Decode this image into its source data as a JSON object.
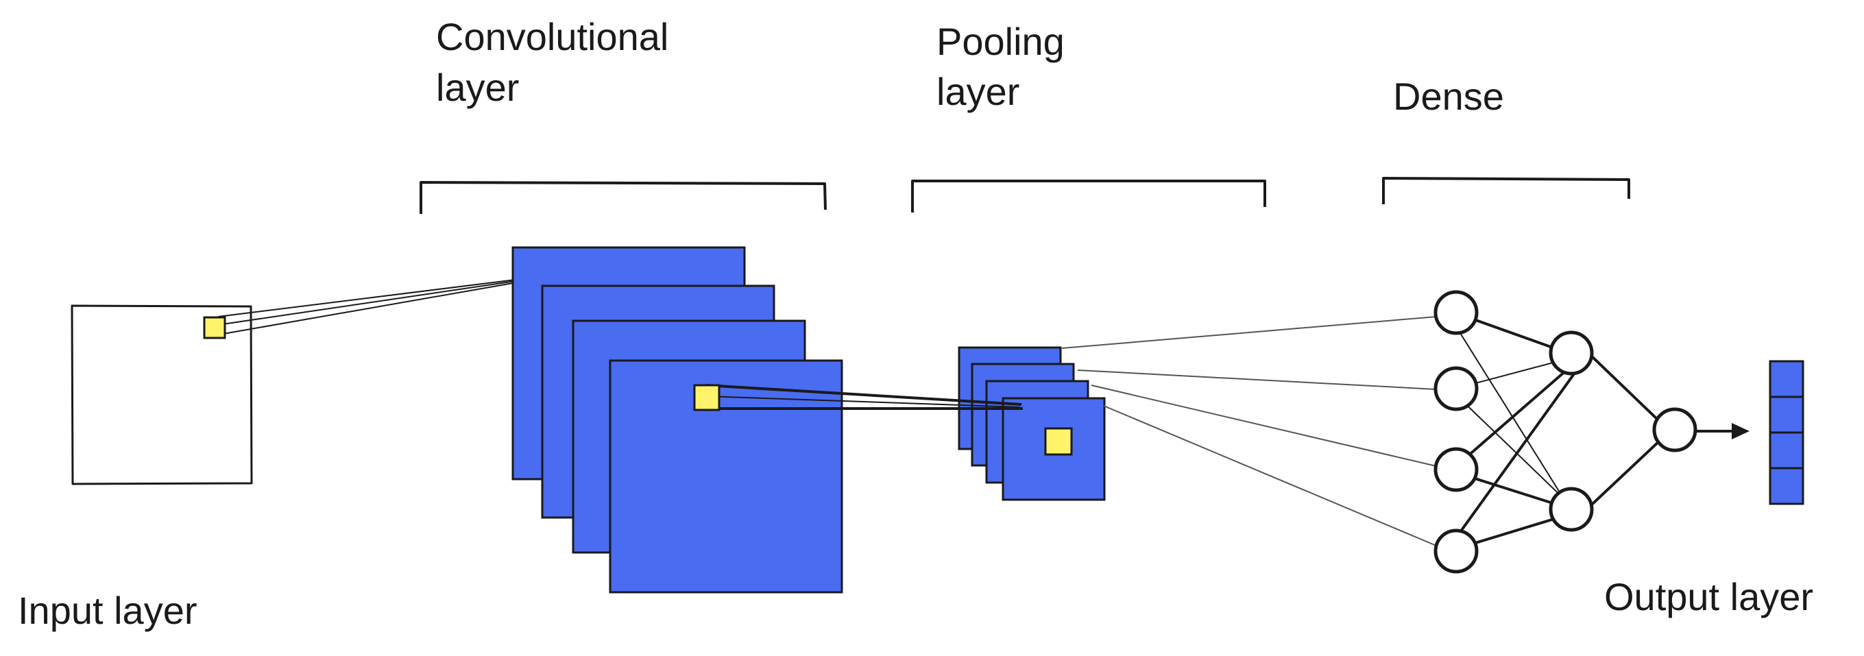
{
  "labels": {
    "convolutional": [
      "Convolutional",
      "layer"
    ],
    "pooling": [
      "Pooling",
      "layer"
    ],
    "dense": "Dense",
    "input": "Input layer",
    "output": "Output layer"
  },
  "colors": {
    "feature_map": "#4a6cf0",
    "kernel": "#fff36b",
    "stroke": "#1a1a1a"
  },
  "structure": {
    "conv_feature_maps": 4,
    "pool_feature_maps": 4,
    "dense_layer_1_neurons": 4,
    "dense_layer_2_neurons": 2,
    "output_neurons": 1,
    "output_vector_cells": 4
  }
}
